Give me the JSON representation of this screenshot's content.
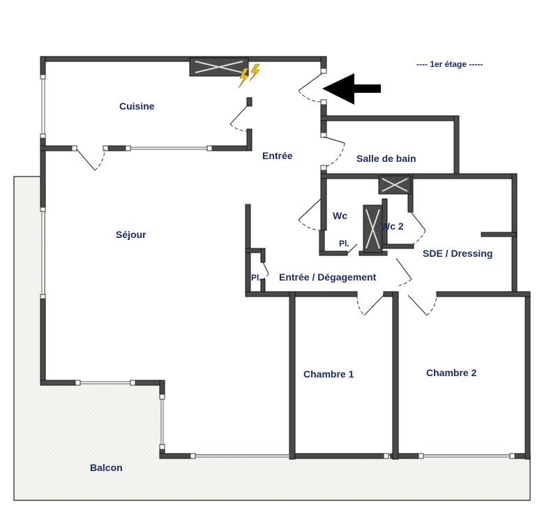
{
  "floor_label": "----  1er étage  -----",
  "rooms": {
    "cuisine": "Cuisine",
    "entree": "Entrée",
    "salle_de_bain": "Salle de bain",
    "sejour": "Séjour",
    "wc": "Wc",
    "wc2": "Wc 2",
    "pl1": "Pl.",
    "pl2": "Pl.",
    "sde_dressing": "SDE / Dressing",
    "entree_degagement": "Entrée / Dégagement",
    "chambre1": "Chambre 1",
    "chambre2": "Chambre 2",
    "balcon": "Balcon"
  },
  "icons": {
    "entrance": "arrow-left-icon",
    "electric": "lightning-icon"
  },
  "colors": {
    "wall": "#4a4a4a",
    "label": "#1a2a6c",
    "electric": "#f2c200"
  }
}
